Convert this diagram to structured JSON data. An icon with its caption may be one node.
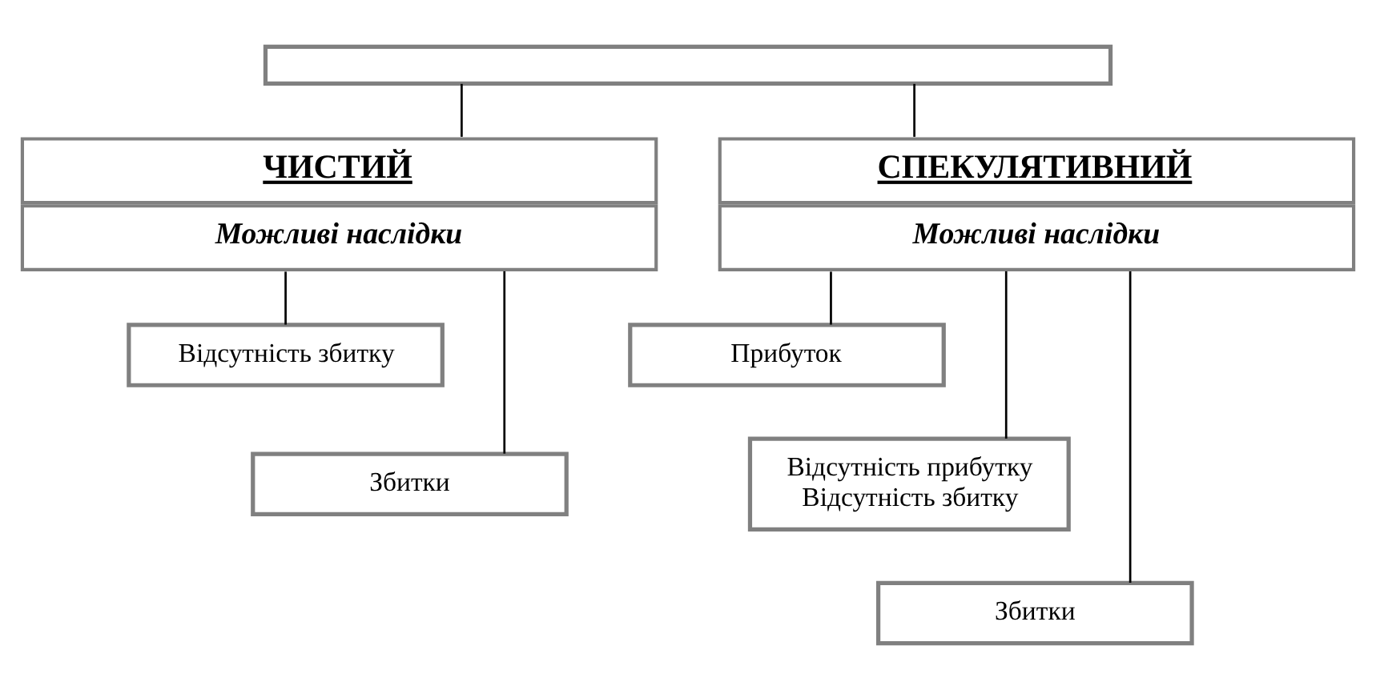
{
  "diagram": {
    "nodes": [
      {
        "text": [],
        "shape": "box"
      },
      {
        "text": [
          "ЧИСТИЙ",
          "Можливі наслідки"
        ]
      },
      {
        "text": [
          "СПЕКУЛЯТИВНИЙ",
          "Можливі наслідки"
        ]
      },
      {
        "text": [
          "Відсутність збитку"
        ]
      },
      {
        "text": [
          "Збитки"
        ]
      },
      {
        "text": [
          "Прибуток"
        ]
      },
      {
        "text": [
          "Відсутність прибутку",
          "Відсутність збитку"
        ]
      },
      {
        "text": [
          "Збитки"
        ]
      }
    ],
    "edges": [
      {
        "from": 0,
        "to": 1,
        "arrow": "none"
      },
      {
        "from": 0,
        "to": 2,
        "arrow": "none"
      },
      {
        "from": 1,
        "to": 3,
        "arrow": "none"
      },
      {
        "from": 1,
        "to": 4,
        "arrow": "none"
      },
      {
        "from": 2,
        "to": 5,
        "arrow": "none"
      },
      {
        "from": 2,
        "to": 6,
        "arrow": "none"
      },
      {
        "from": 2,
        "to": 7,
        "arrow": "none"
      }
    ]
  }
}
